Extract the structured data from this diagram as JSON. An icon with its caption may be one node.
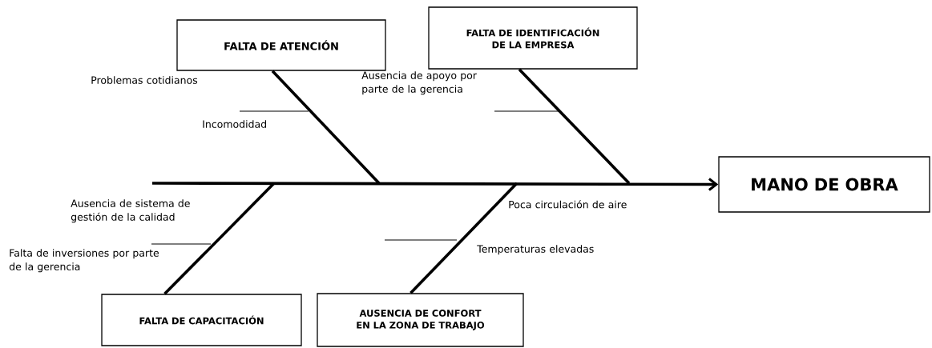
{
  "diagram": {
    "nodes": [
      {
        "text": [
          "FALTA DE ATENCIÓN"
        ]
      },
      {
        "text": [
          "FALTA DE IDENTIFICACIÓN DE LA EMPRESA"
        ]
      },
      {
        "text": [
          "MANO DE OBRA"
        ]
      },
      {
        "text": [
          "FALTA DE CAPACITACIÓN"
        ]
      },
      {
        "text": [
          "AUSENCIA DE CONFORT EN LA ZONA DE TRABAJO"
        ]
      }
    ],
    "edges": [
      {
        "from": null,
        "to": 2,
        "arrow": "to"
      },
      {
        "from": 0,
        "to": null,
        "arrow": "none"
      },
      {
        "from": 1,
        "to": null,
        "arrow": "none"
      },
      {
        "from": 3,
        "to": null,
        "arrow": "none"
      },
      {
        "from": 4,
        "to": null,
        "arrow": "none"
      }
    ],
    "labels": [
      "Problemas cotidianos",
      "Ausencia de apoyo por parte de la gerencia",
      "Incomodidad",
      "Ausencia de sistema de gestión de la calidad",
      "Poca circulación de aire",
      "Falta de inversiones por parte de la gerencia",
      "Temperaturas elevadas"
    ]
  }
}
